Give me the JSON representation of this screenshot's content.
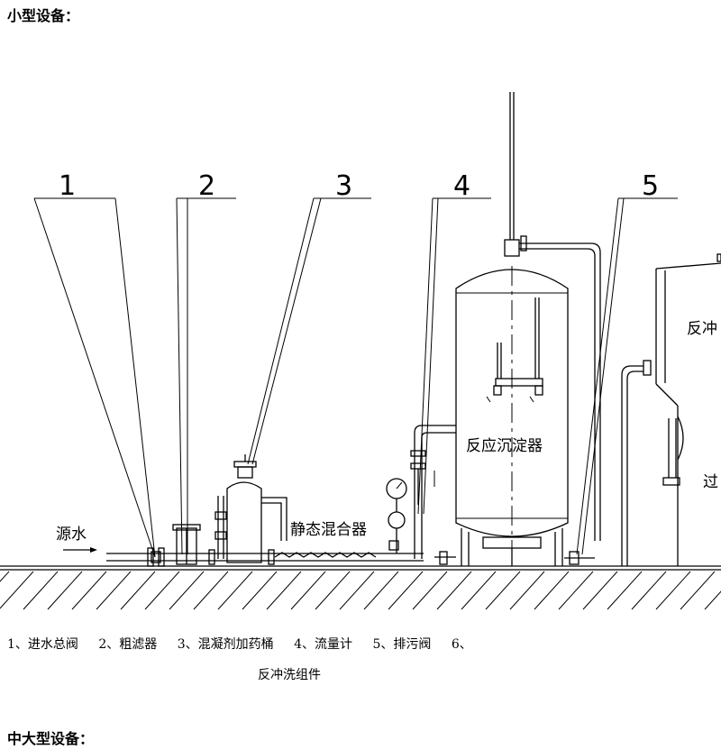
{
  "titles": {
    "small": "小型设备：",
    "medium_large": "中大型设备："
  },
  "callout_numbers": [
    "1",
    "2",
    "3",
    "4",
    "5"
  ],
  "labels": {
    "source_water": "源水",
    "static_mixer": "静态混合器",
    "reaction_tank": "反应沉淀器",
    "backwash_partial": "反冲",
    "filter_partial": "过"
  },
  "legend": {
    "items": [
      "1、进水总阀",
      "2、粗滤器",
      "3、混凝剂加药桶",
      "4、流量计",
      "5、排污阀",
      "6、"
    ],
    "continuation": "反冲洗组件"
  }
}
